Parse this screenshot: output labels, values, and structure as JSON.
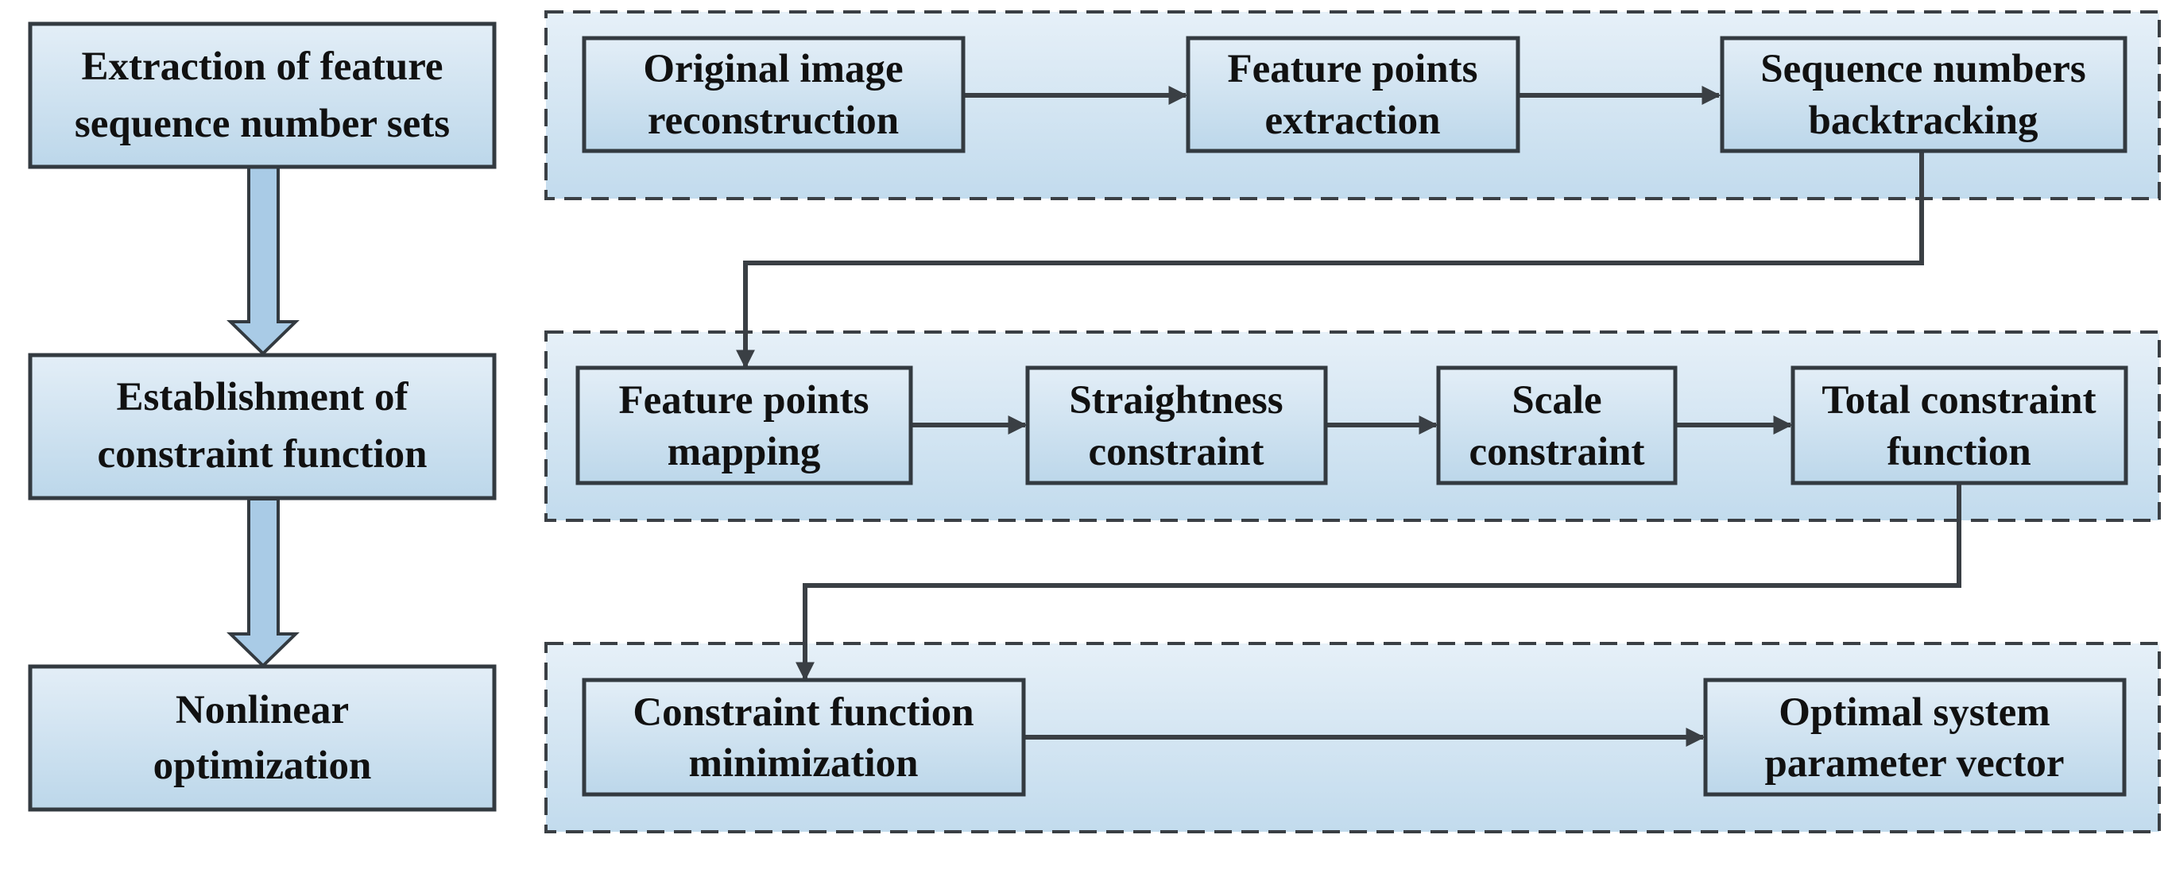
{
  "colors": {
    "box_gradient_top": "#e3eef7",
    "box_gradient_bottom": "#bcd7ea",
    "panel_gradient_top": "#e6f0f8",
    "panel_gradient_bottom": "#c2dbed",
    "border": "#333a40",
    "arrow": "#3a3f44",
    "big_arrow_fill": "#a9cbe6"
  },
  "stages": [
    {
      "id": "extraction",
      "lines": [
        "Extraction of feature",
        "sequence number sets"
      ]
    },
    {
      "id": "establishment",
      "lines": [
        "Establishment of",
        "constraint function"
      ]
    },
    {
      "id": "optimization",
      "lines": [
        "Nonlinear",
        "optimization"
      ]
    }
  ],
  "rows": [
    {
      "id": "row1",
      "steps": [
        {
          "id": "original-image-reconstruction",
          "lines": [
            "Original image",
            "reconstruction"
          ]
        },
        {
          "id": "feature-points-extraction",
          "lines": [
            "Feature points",
            "extraction"
          ]
        },
        {
          "id": "sequence-numbers-backtracking",
          "lines": [
            "Sequence numbers",
            "backtracking"
          ]
        }
      ]
    },
    {
      "id": "row2",
      "steps": [
        {
          "id": "feature-points-mapping",
          "lines": [
            "Feature points",
            "mapping"
          ]
        },
        {
          "id": "straightness-constraint",
          "lines": [
            "Straightness",
            "constraint"
          ]
        },
        {
          "id": "scale-constraint",
          "lines": [
            "Scale",
            "constraint"
          ]
        },
        {
          "id": "total-constraint-function",
          "lines": [
            "Total constraint",
            "function"
          ]
        }
      ]
    },
    {
      "id": "row3",
      "steps": [
        {
          "id": "constraint-function-minimization",
          "lines": [
            "Constraint function",
            "minimization"
          ]
        },
        {
          "id": "optimal-system-parameter-vector",
          "lines": [
            "Optimal system",
            "parameter vector"
          ]
        }
      ]
    }
  ]
}
